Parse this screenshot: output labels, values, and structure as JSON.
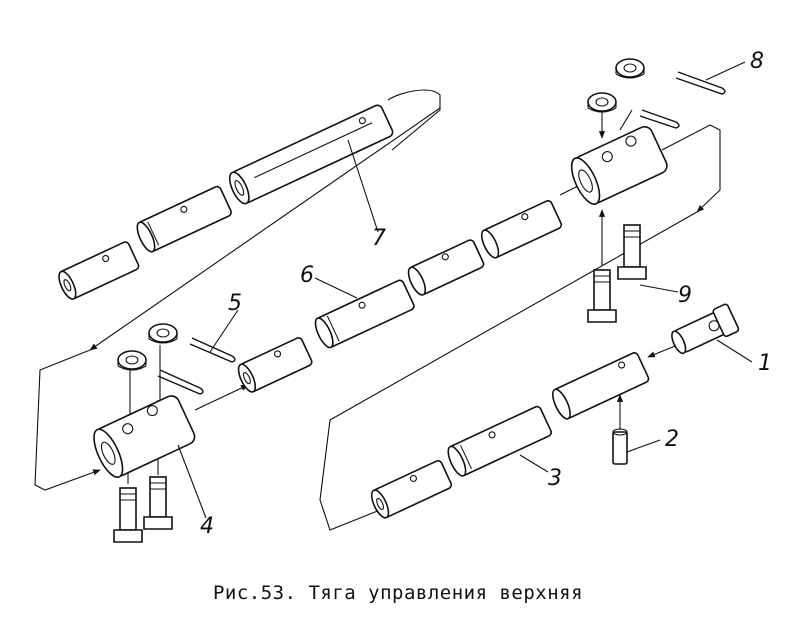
{
  "caption": "Рис.53. Тяга управления верхняя",
  "labels": {
    "l1": "1",
    "l2": "2",
    "l3": "3",
    "l4": "4",
    "l5": "5",
    "l6": "6",
    "l7": "7",
    "l8": "8",
    "l9": "9"
  }
}
